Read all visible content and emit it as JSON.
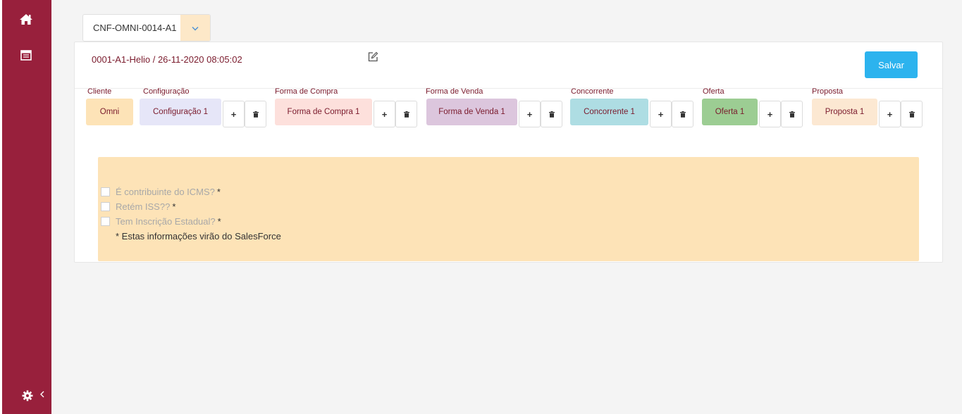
{
  "selector": {
    "value": "CNF-OMNI-0014-A1"
  },
  "header": {
    "title": "0001-A1-Helio / 26-11-2020 08:05:02",
    "save_label": "Salvar"
  },
  "columns": [
    {
      "label": "Cliente",
      "chip": "Omni",
      "color": "#fde3b7",
      "addable": false
    },
    {
      "label": "Configuração",
      "chip": "Configuração 1",
      "color": "#e6e6f8",
      "addable": true
    },
    {
      "label": "Forma de Compra",
      "chip": "Forma de Compra 1",
      "color": "#fde0dc",
      "addable": true
    },
    {
      "label": "Forma de Venda",
      "chip": "Forma de Venda 1",
      "color": "#dcc6dd",
      "addable": true
    },
    {
      "label": "Concorrente",
      "chip": "Concorrente 1",
      "color": "#aedde3",
      "addable": true
    },
    {
      "label": "Oferta",
      "chip": "Oferta 1",
      "color": "#9ccd93",
      "addable": true
    },
    {
      "label": "Proposta",
      "chip": "Proposta 1",
      "color": "#fce8d2",
      "addable": true
    }
  ],
  "buttons": {
    "add": "+"
  },
  "info": {
    "items": [
      {
        "label": "É contribuinte do ICMS?",
        "required": "*"
      },
      {
        "label": "Retém ISS??",
        "required": "*"
      },
      {
        "label": "Tem Inscrição Estadual?",
        "required": "*"
      }
    ],
    "note": "* Estas informações virão do SalesForce"
  },
  "icons": {
    "sidebar": [
      "home-icon",
      "calendar-icon",
      "gear-icon",
      "chevron-left-icon"
    ],
    "header": [
      "edit-icon"
    ],
    "selector": [
      "chevron-down-icon"
    ],
    "delete": "trash-icon"
  },
  "colors": {
    "sidebar": "#98203c",
    "accent_text": "#7a1a2c",
    "save_button": "#2cb3ee",
    "info_box": "#fde3b7"
  }
}
